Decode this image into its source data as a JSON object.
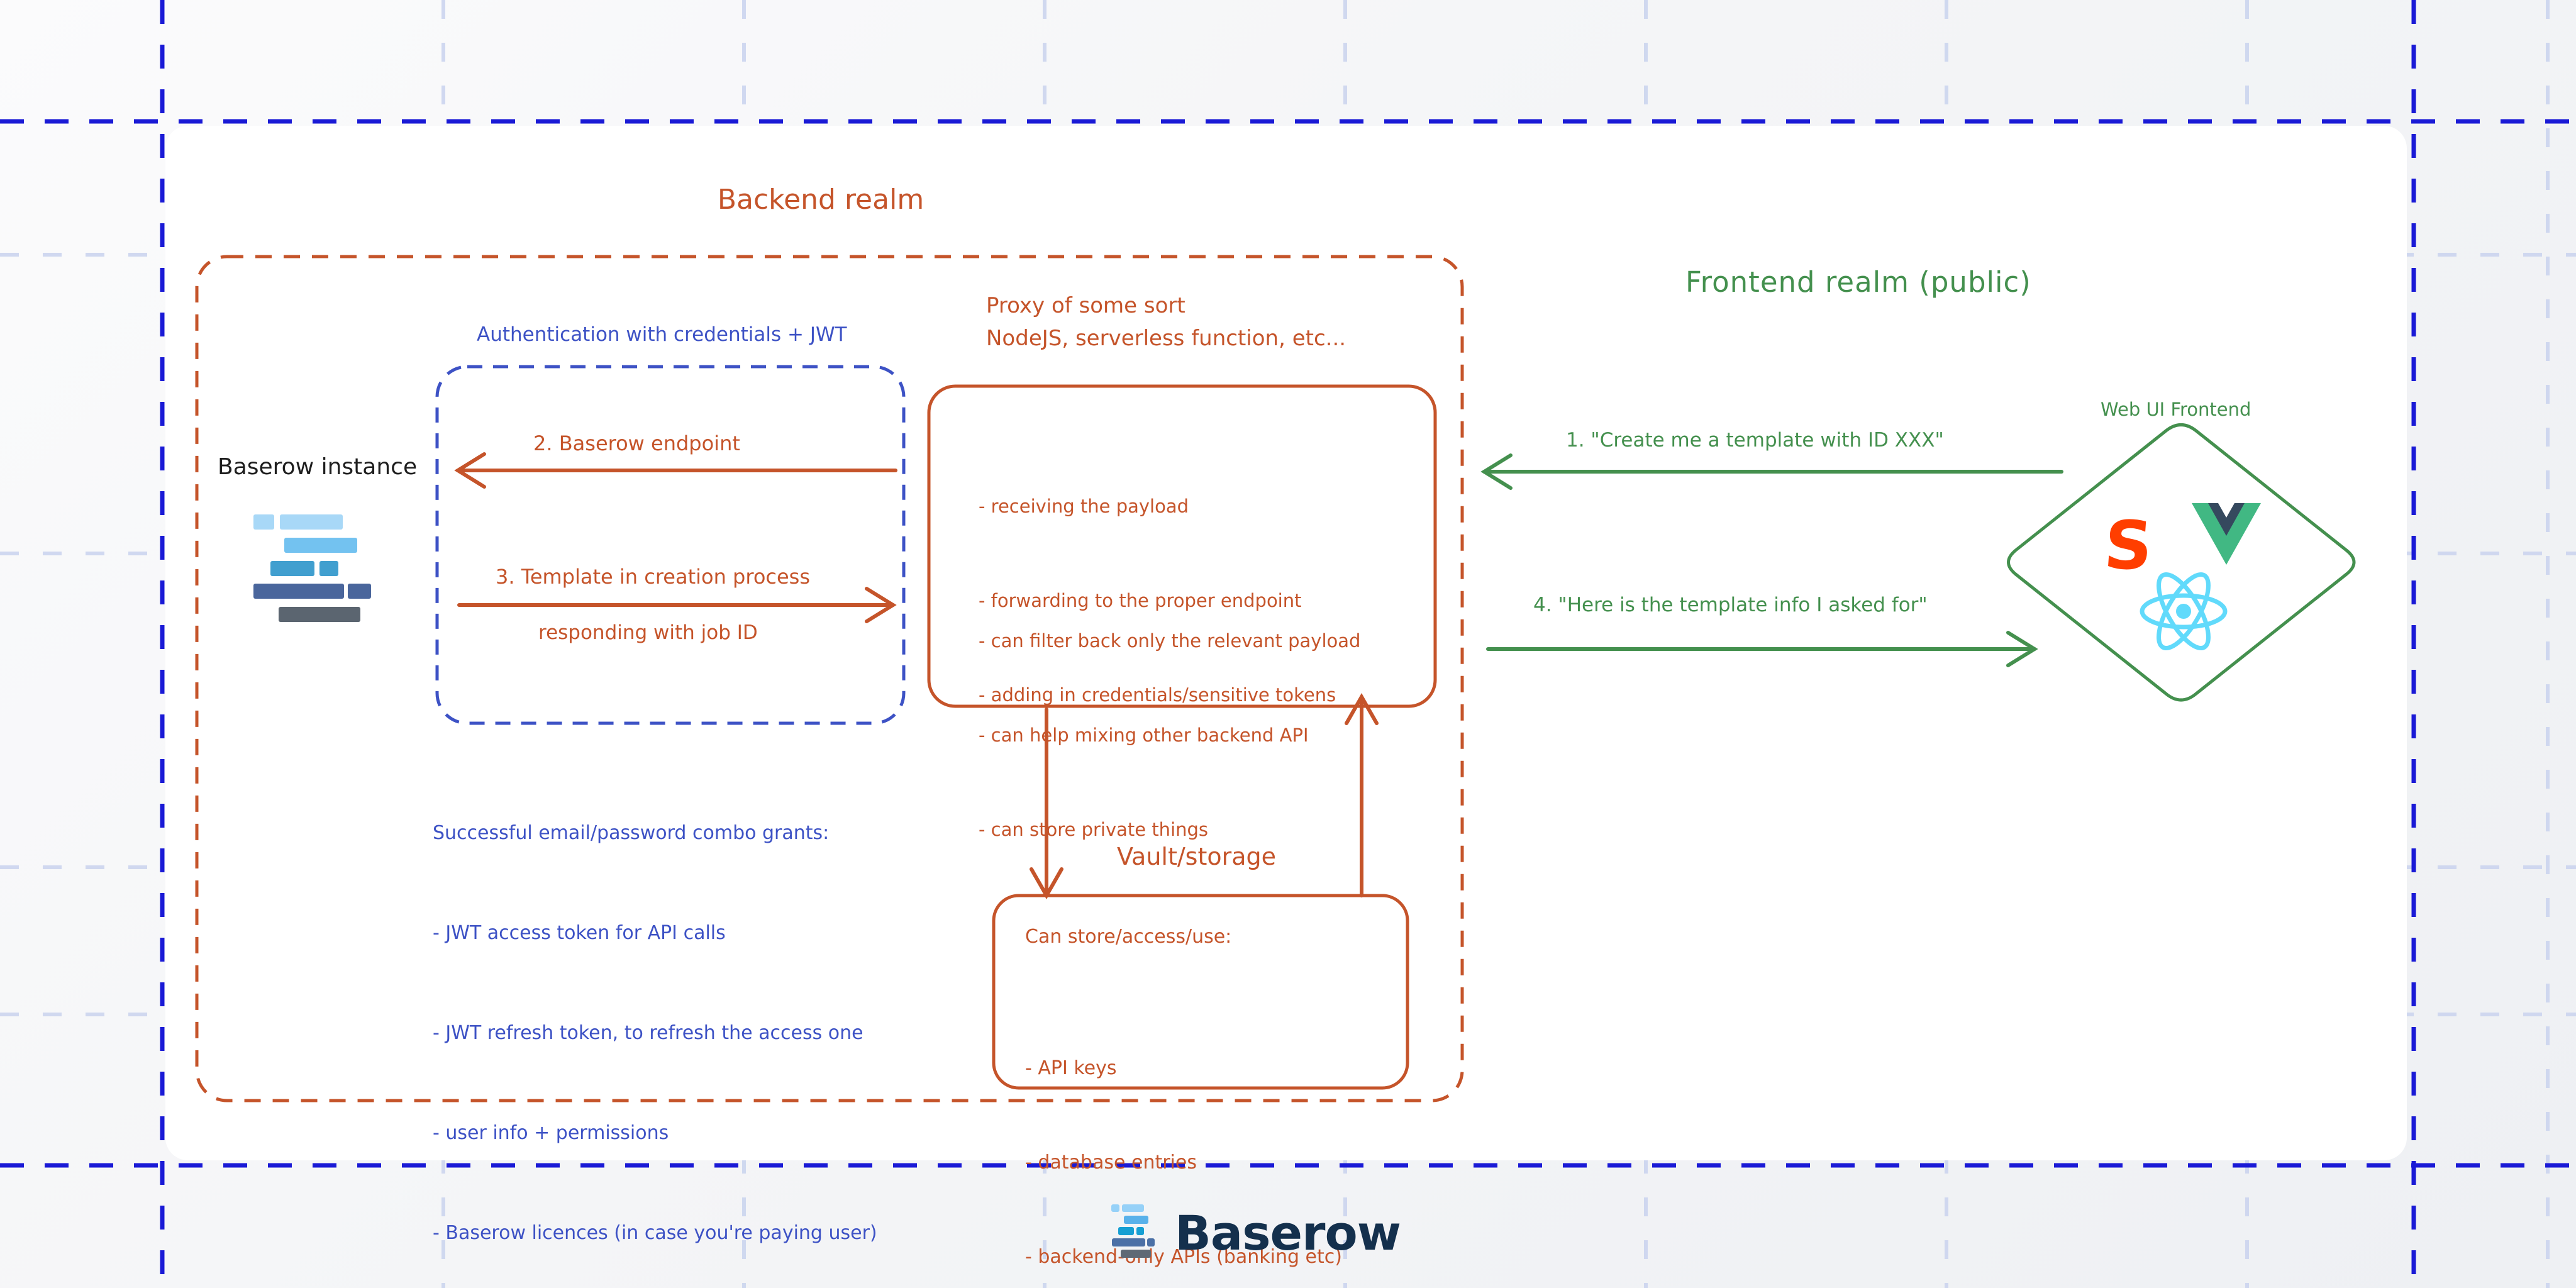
{
  "colors": {
    "orange": "#c5542a",
    "blue": "#3d52c5",
    "green": "#44904e",
    "frameBlue": "#1a1ad6",
    "gridBlue": "#ccd5ef",
    "ink": "#1e1e1e",
    "navy": "#14304d",
    "svelte": "#ff3e00",
    "vueGreen": "#41b883",
    "vueNavy": "#35495e",
    "react": "#61dafb",
    "instLight": "#a8d8f7",
    "instSky": "#73c2f0",
    "instBlue": "#419fcf",
    "instSteel": "#4a669c",
    "instSlate": "#5b6570",
    "logoLight": "#96d1f8",
    "logoSky": "#58b1ea",
    "logoCyan": "#169fd3",
    "logoSteel": "#4b70a6",
    "logoSlate": "#5f6975"
  },
  "backend": {
    "title": "Backend realm",
    "instance_label": "Baserow instance",
    "auth_label": "Authentication with credentials + JWT",
    "arrow2_label": "2. Baserow endpoint",
    "arrow3_label": "3. Template in creation process",
    "arrow3_sub": "responding with job ID",
    "notes": [
      "Successful email/password combo grants:",
      "- JWT access token for API calls",
      "- JWT refresh token, to refresh the access one",
      "- user info + permissions",
      "- Baserow licences (in case you're paying user)"
    ],
    "proxy": {
      "title1": "Proxy of some sort",
      "title2": "NodeJS, serverless function, etc...",
      "top": [
        "- receiving the payload",
        "- forwarding to the proper endpoint",
        "- adding in credentials/sensitive tokens"
      ],
      "bottom": [
        "- can filter back only the relevant payload",
        "- can help mixing other backend API",
        "- can store private things"
      ]
    },
    "vault": {
      "title": "Vault/storage",
      "heading": "Can store/access/use:",
      "items": [
        "- API keys",
        "- database entries",
        "- backend-only APIs (banking etc)"
      ]
    }
  },
  "frontend": {
    "title": "Frontend realm (public)",
    "arrow1_label": "1. \"Create me a template with ID XXX\"",
    "arrow4_label": "4. \"Here is the template info I asked for\"",
    "webui_label": "Web UI Frontend",
    "svelte_glyph": "S",
    "logos": [
      "svelte-logo",
      "vue-logo",
      "react-logo"
    ]
  },
  "footer": {
    "brand": "Baserow"
  }
}
